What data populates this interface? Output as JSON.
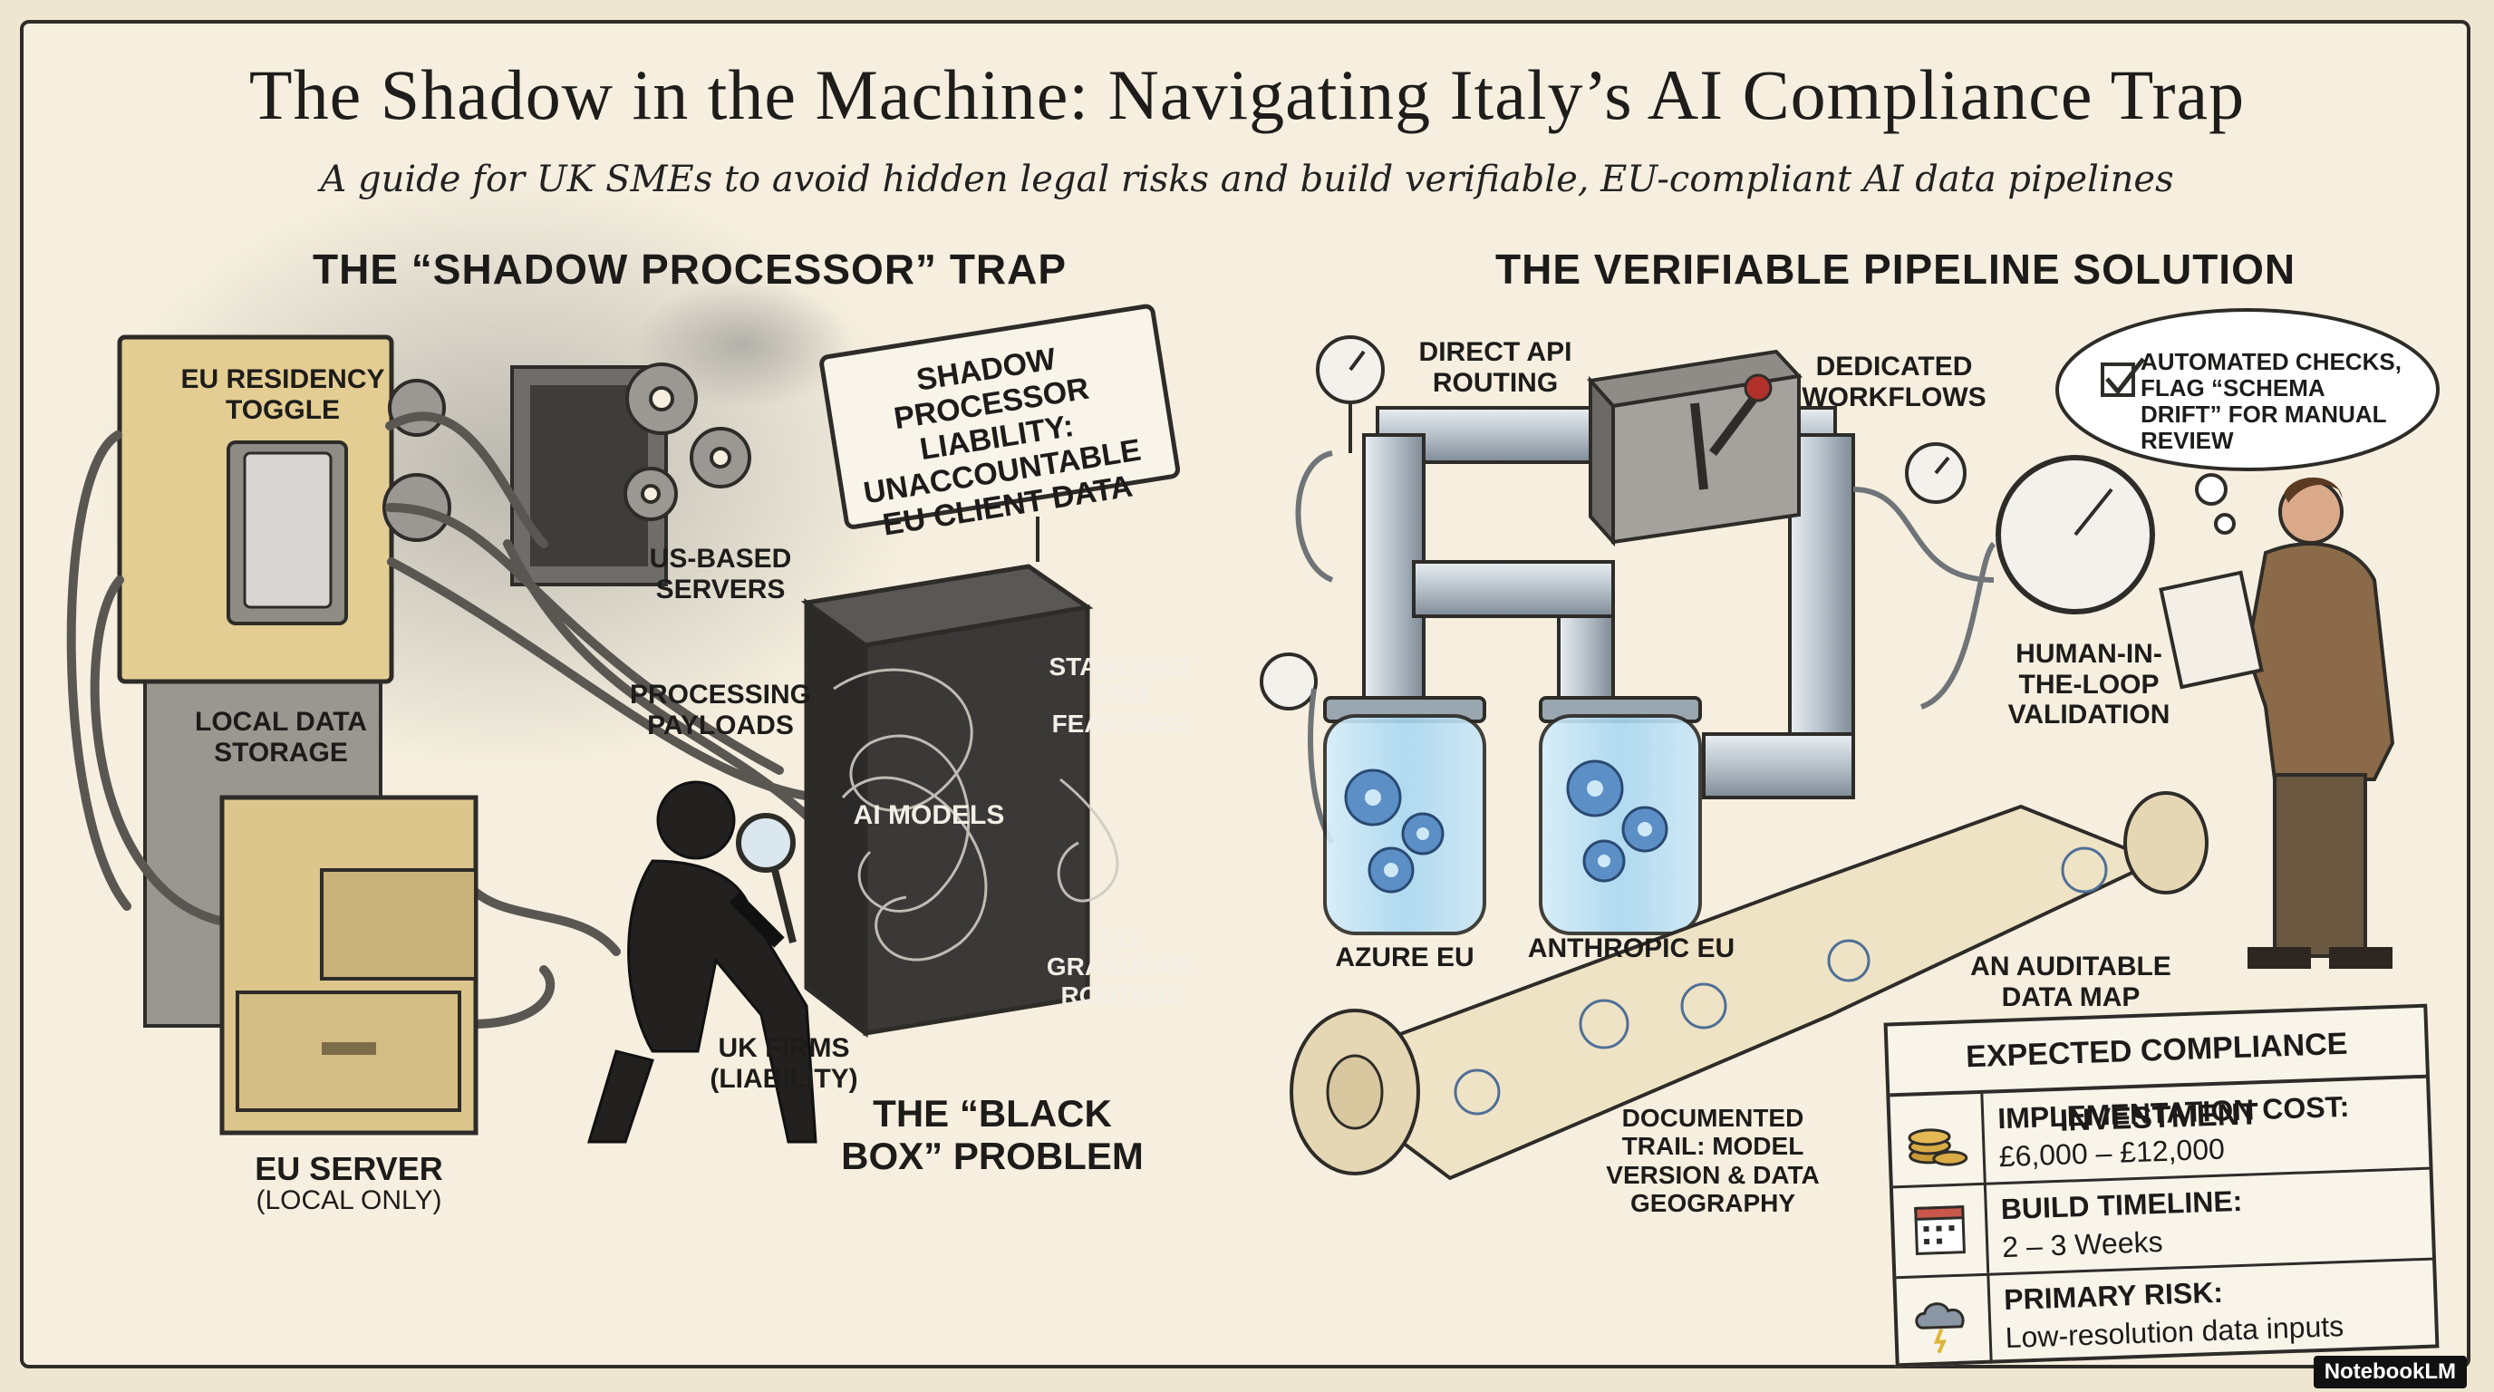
{
  "header": {
    "title": "The Shadow in the Machine: Navigating Italy’s AI Compliance Trap",
    "subtitle": "A guide for UK SMEs to avoid hidden legal risks and build verifiable, EU-compliant AI data pipelines"
  },
  "left": {
    "heading": "THE “SHADOW PROCESSOR” TRAP",
    "eu_toggle": "EU RESIDENCY TOGGLE",
    "us_servers": "US-BASED SERVERS",
    "local_storage": "LOCAL DATA STORAGE",
    "payloads": "PROCESSING PAYLOADS",
    "sign": "SHADOW PROCESSOR LIABILITY: UNACCOUNTABLE EU CLIENT DATA",
    "ai_models": "AI MODELS",
    "crm": "STANDARD CRM FEATURES",
    "routing": "NO GRANULAR ROUTING",
    "uk_firms": "UK FIRMS (LIABILITY)",
    "eu_server": "EU SERVER",
    "eu_server_note": "(LOCAL ONLY)",
    "black_box": "THE “BLACK BOX” PROBLEM"
  },
  "right": {
    "heading": "THE VERIFIABLE PIPELINE SOLUTION",
    "direct_api": "DIRECT API ROUTING",
    "workflows": "DEDICATED WORKFLOWS",
    "bubble": "AUTOMATED CHECKS, FLAG “SCHEMA DRIFT” FOR MANUAL REVIEW",
    "hitl": "HUMAN-IN-THE-LOOP VALIDATION",
    "azure": "AZURE EU",
    "anthropic": "ANTHROPIC EU",
    "auditable": "AN AUDITABLE DATA MAP",
    "trail": "DOCUMENTED TRAIL: MODEL VERSION & DATA GEOGRAPHY"
  },
  "card": {
    "title": "EXPECTED COMPLIANCE INVESTMENT",
    "rows": [
      {
        "key": "IMPLEMENTATION COST:",
        "value": "£6,000 – £12,000",
        "icon": "coins-icon"
      },
      {
        "key": "BUILD TIMELINE:",
        "value": "2 – 3 Weeks",
        "icon": "calendar-icon"
      },
      {
        "key": "PRIMARY RISK:",
        "value": "Low-resolution data inputs",
        "icon": "storm-cloud-icon"
      }
    ]
  },
  "brand": "NotebookLM",
  "colors": {
    "ink": "#2e2c28",
    "paper": "#f6efdf",
    "steel": "#b9c3cc",
    "glass": "#bfe2f5",
    "gear_blue": "#5b8fc6",
    "wood": "#d9c189"
  }
}
